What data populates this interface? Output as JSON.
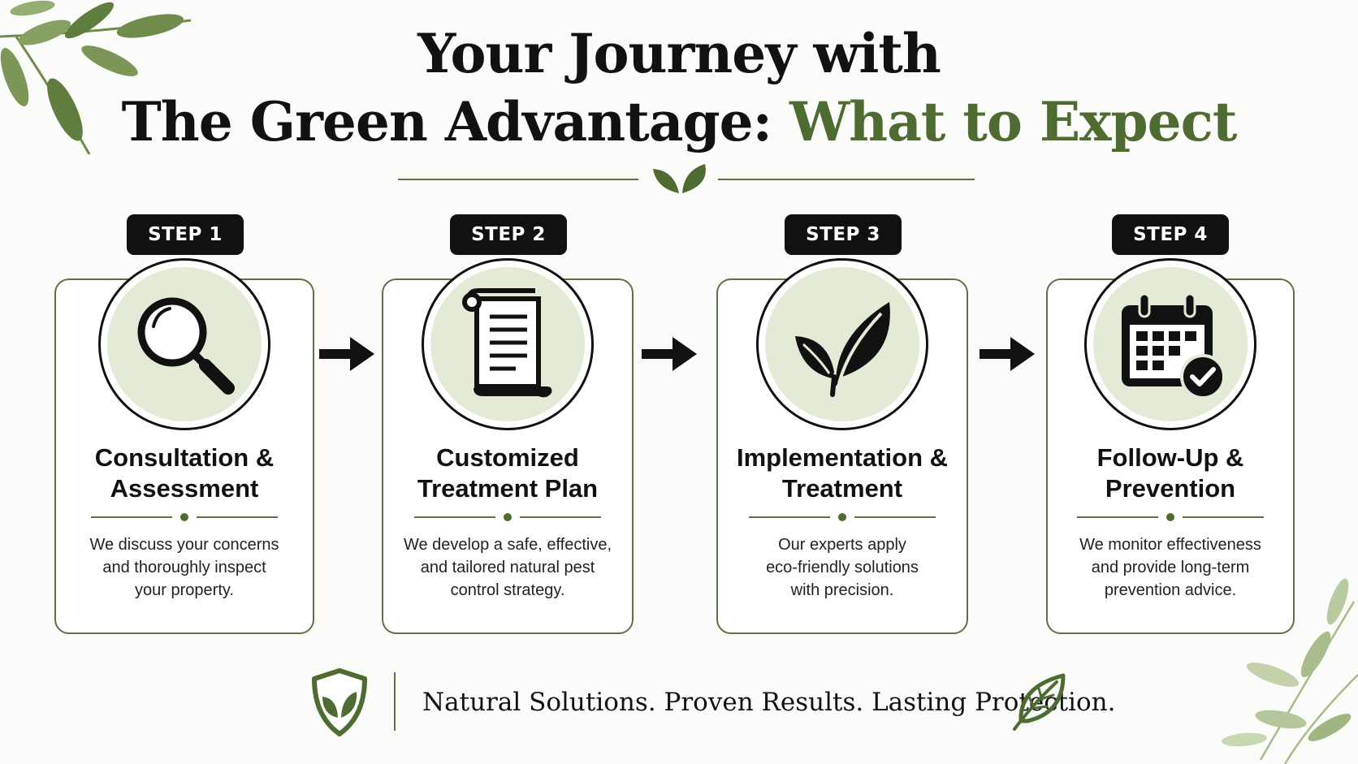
{
  "header": {
    "title_line1": "Your Journey with",
    "title_line2_dark": "The Green Advantage: ",
    "title_line2_green": "What to Expect"
  },
  "steps": [
    {
      "badge": "STEP 1",
      "title_line1": "Consultation &",
      "title_line2": "Assessment",
      "desc_line1": "We discuss your concerns",
      "desc_line2": "and thoroughly inspect",
      "desc_line3": "your property.",
      "icon": "magnifying-glass-icon"
    },
    {
      "badge": "STEP 2",
      "title_line1": "Customized",
      "title_line2": "Treatment Plan",
      "desc_line1": "We develop a safe, effective,",
      "desc_line2": "and tailored natural pest",
      "desc_line3": "control strategy.",
      "icon": "scroll-icon"
    },
    {
      "badge": "STEP 3",
      "title_line1": "Implementation &",
      "title_line2": "Treatment",
      "desc_line1": "Our experts apply",
      "desc_line2": "eco-friendly solutions",
      "desc_line3": "with precision.",
      "icon": "leaf-icon"
    },
    {
      "badge": "STEP 4",
      "title_line1": "Follow-Up &",
      "title_line2": "Prevention",
      "desc_line1": "We monitor effectiveness",
      "desc_line2": "and provide long-term",
      "desc_line3": "prevention advice.",
      "icon": "calendar-check-icon"
    }
  ],
  "footer": {
    "tagline": "Natural Solutions. Proven Results. Lasting Protection."
  },
  "colors": {
    "accent_green": "#4e6b32",
    "card_border": "#5b7340",
    "icon_fill": "#e3ead6",
    "badge_bg": "#111111"
  }
}
